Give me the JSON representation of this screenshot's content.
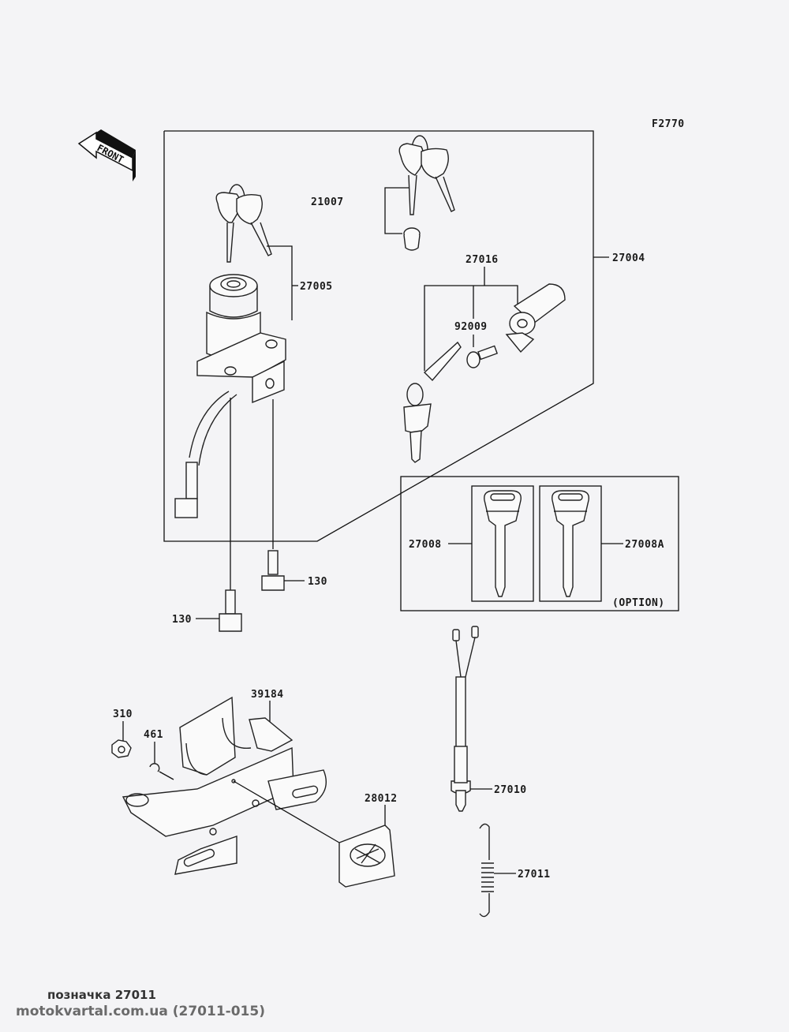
{
  "diagram": {
    "figure_code": "F2770",
    "front_marker": "FRONT",
    "labels": {
      "p21007": "21007",
      "p27005": "27005",
      "p27004": "27004",
      "p27016": "27016",
      "p92009": "92009",
      "p27008": "27008",
      "p27008A": "27008A",
      "option": "(OPTION)",
      "p130a": "130",
      "p130b": "130",
      "p310": "310",
      "p461": "461",
      "p39184": "39184",
      "p28012": "28012",
      "p27010": "27010",
      "p27011": "27011"
    }
  },
  "footer": {
    "caption": "позначка 27011",
    "source": "motokvartal.com.ua (27011-015)"
  }
}
